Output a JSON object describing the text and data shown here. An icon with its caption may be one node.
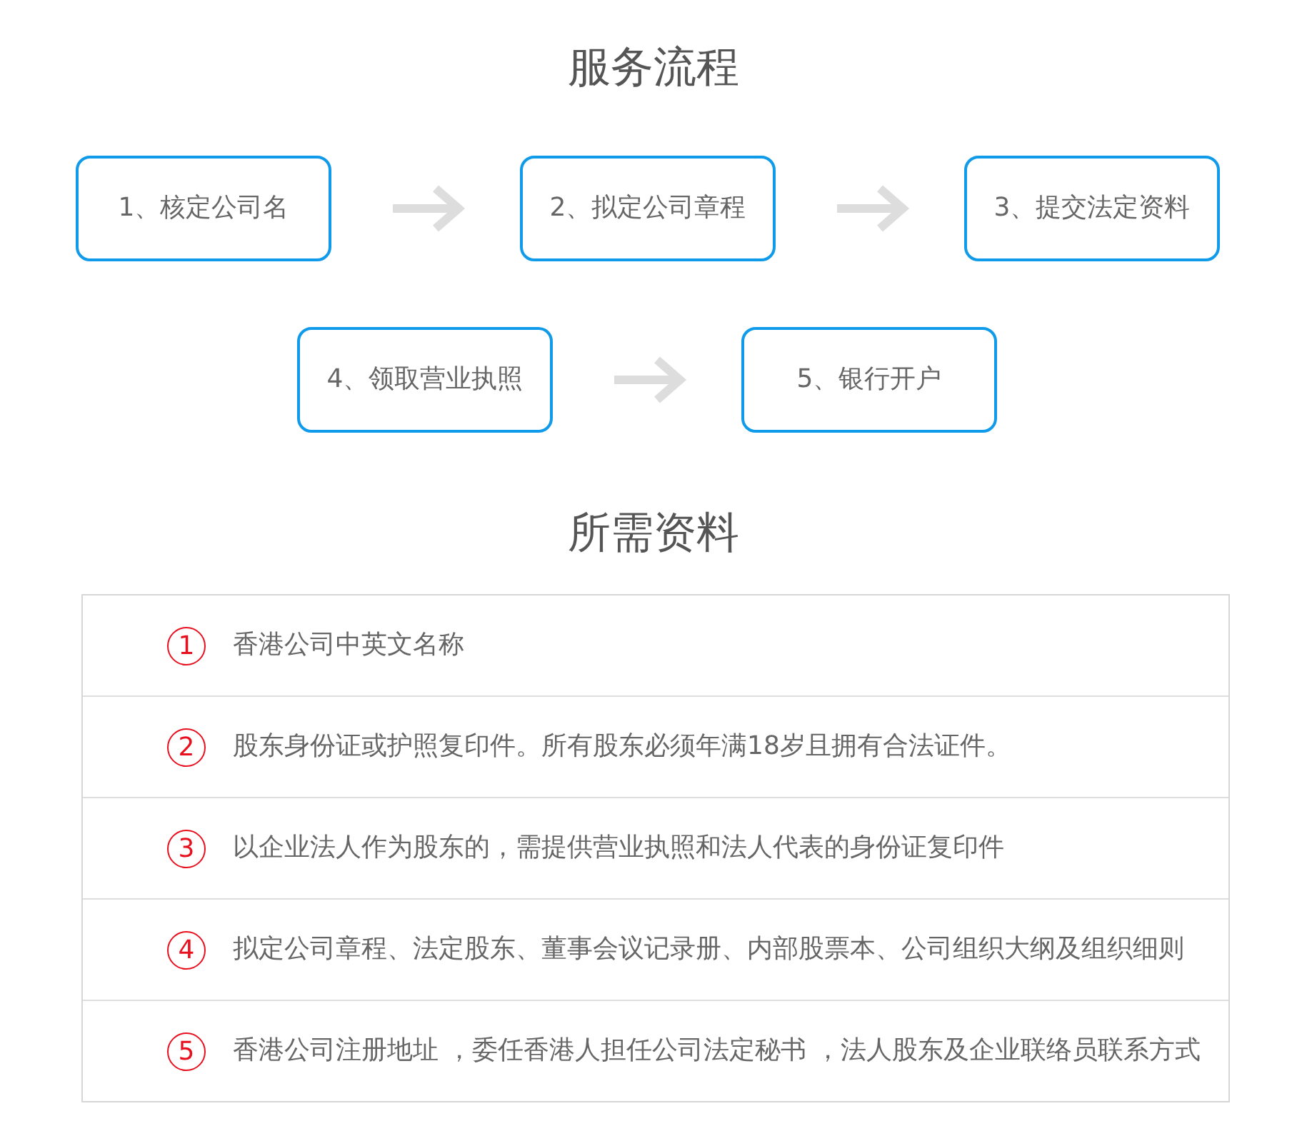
{
  "diagram": {
    "title": "服务流程",
    "nodes": [
      {
        "text": [
          "1、核定公司名"
        ]
      },
      {
        "text": [
          "2、拟定公司章程"
        ]
      },
      {
        "text": [
          "3、提交法定资料"
        ]
      },
      {
        "text": [
          "4、领取营业执照"
        ]
      },
      {
        "text": [
          "5、银行开户"
        ]
      }
    ],
    "edges": [
      {
        "from": 0,
        "to": 1,
        "arrow": "to"
      },
      {
        "from": 1,
        "to": 2,
        "arrow": "to"
      },
      {
        "from": 3,
        "to": 4,
        "arrow": "to"
      }
    ],
    "labels": [
      "所需资料",
      "1",
      "香港公司中英文名称",
      "2",
      "股东身份证或护照复印件。所有股东必须年满18岁且拥有合法证件。",
      "3",
      "以企业法人作为股东的，需提供营业执照和法人代表的身份证复印件",
      "4",
      "拟定公司章程、法定股东、董事会议记录册、内部股票本、公司组织大纲及组织细则",
      "5",
      "香港公司注册地址 ，委任香港人担任公司法定秘书 ，法人股东及企业联络员联系方式"
    ]
  }
}
